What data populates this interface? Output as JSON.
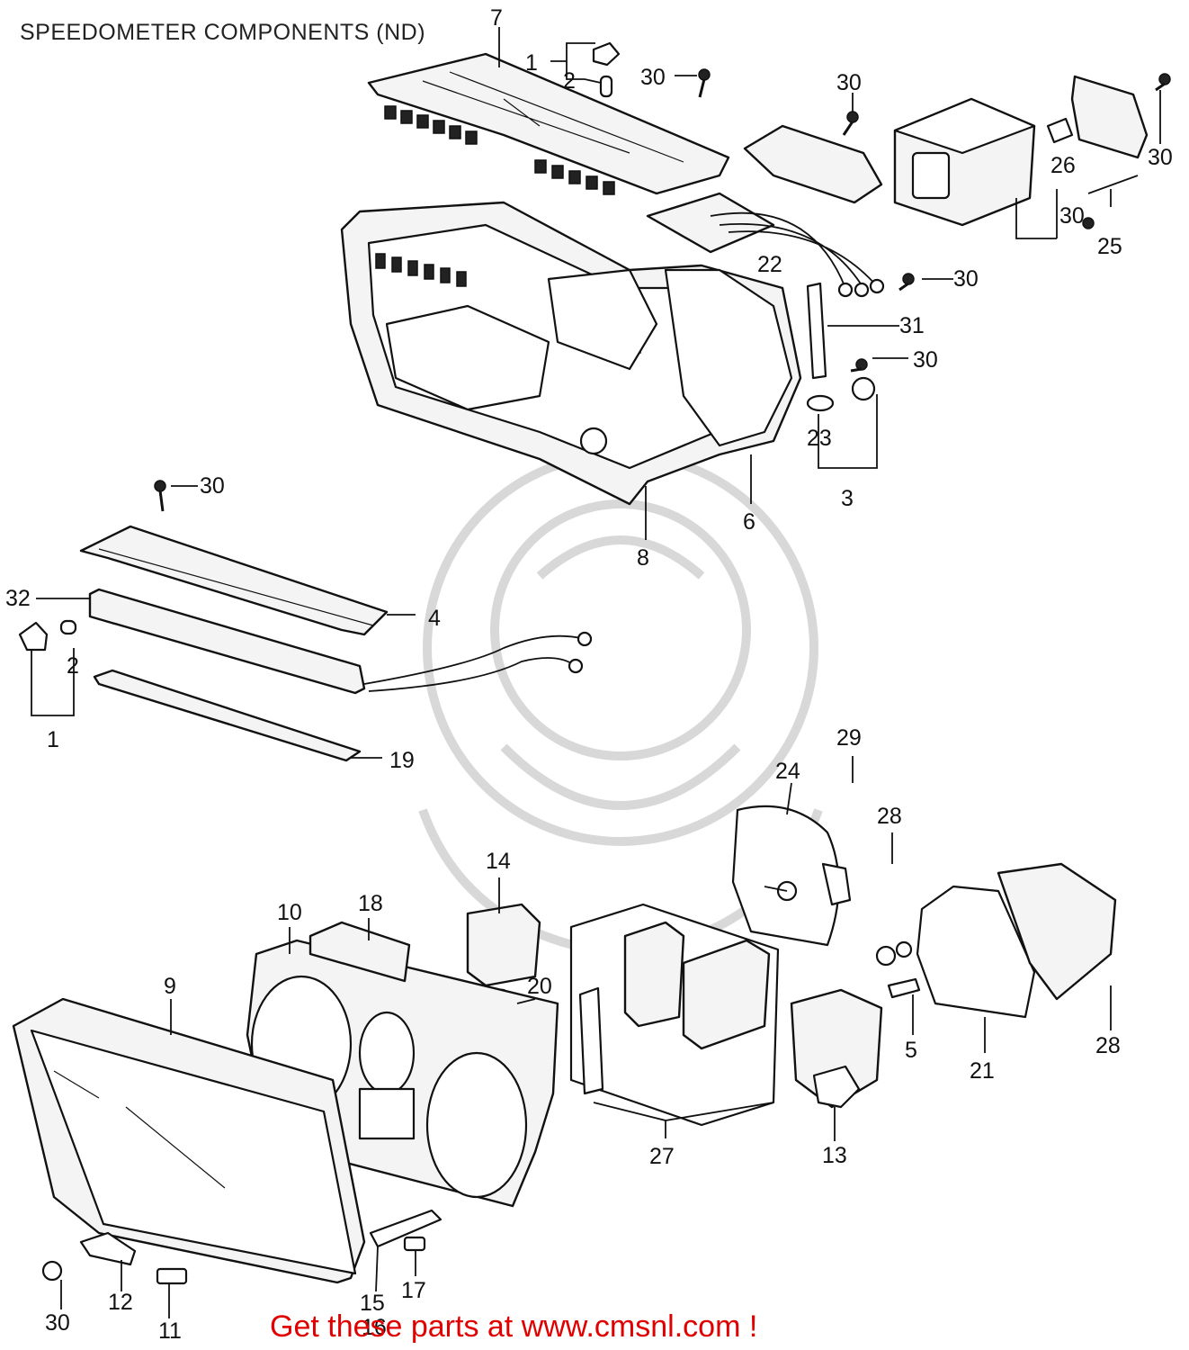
{
  "title": "SPEEDOMETER COMPONENTS (ND)",
  "banner": "Get these parts at www.cmsnl.com !",
  "colors": {
    "banner": "#e00000",
    "linework": "#111111",
    "watermark": "#d8d8d8"
  },
  "callouts": [
    "1",
    "2",
    "30",
    "7",
    "30",
    "30",
    "26",
    "30",
    "25",
    "22",
    "30",
    "31",
    "30",
    "23",
    "3",
    "6",
    "8",
    "30",
    "32",
    "4",
    "2",
    "1",
    "19",
    "29",
    "24",
    "28",
    "14",
    "18",
    "10",
    "9",
    "20",
    "5",
    "21",
    "28",
    "27",
    "13",
    "12",
    "11",
    "30",
    "15",
    "16",
    "17"
  ]
}
